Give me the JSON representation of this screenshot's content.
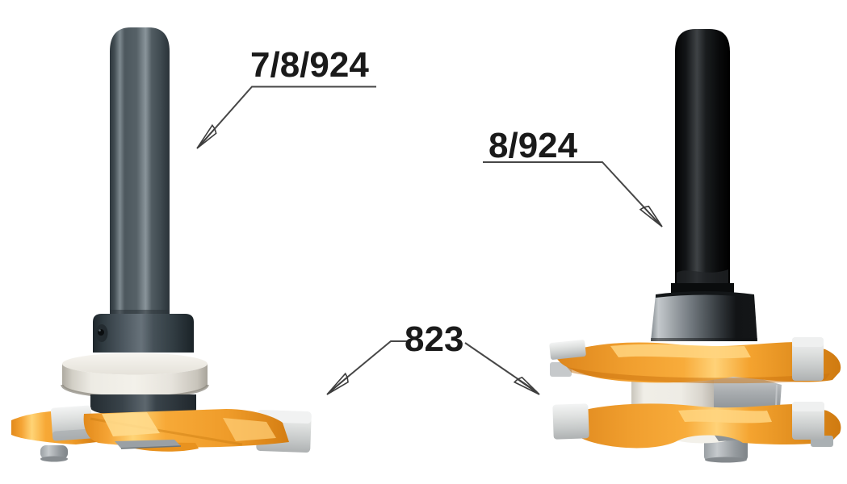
{
  "figure": {
    "type": "product-callout-diagram",
    "background_color": "#ffffff",
    "labels": {
      "left_shank_label": "7/8/924",
      "right_shank_label": "8/924",
      "cutters_label": "823"
    },
    "colors": {
      "cutter_orange": "#F2A032",
      "cutter_highlight": "#FFD480",
      "carbide_gray": "#DCDEDD",
      "left_shank_gray": "#4A555B",
      "right_shank_black": "#131517",
      "bearing_white": "#F0EDE6",
      "leader_line": "#474747",
      "label_text": "#1A1A1A"
    }
  }
}
